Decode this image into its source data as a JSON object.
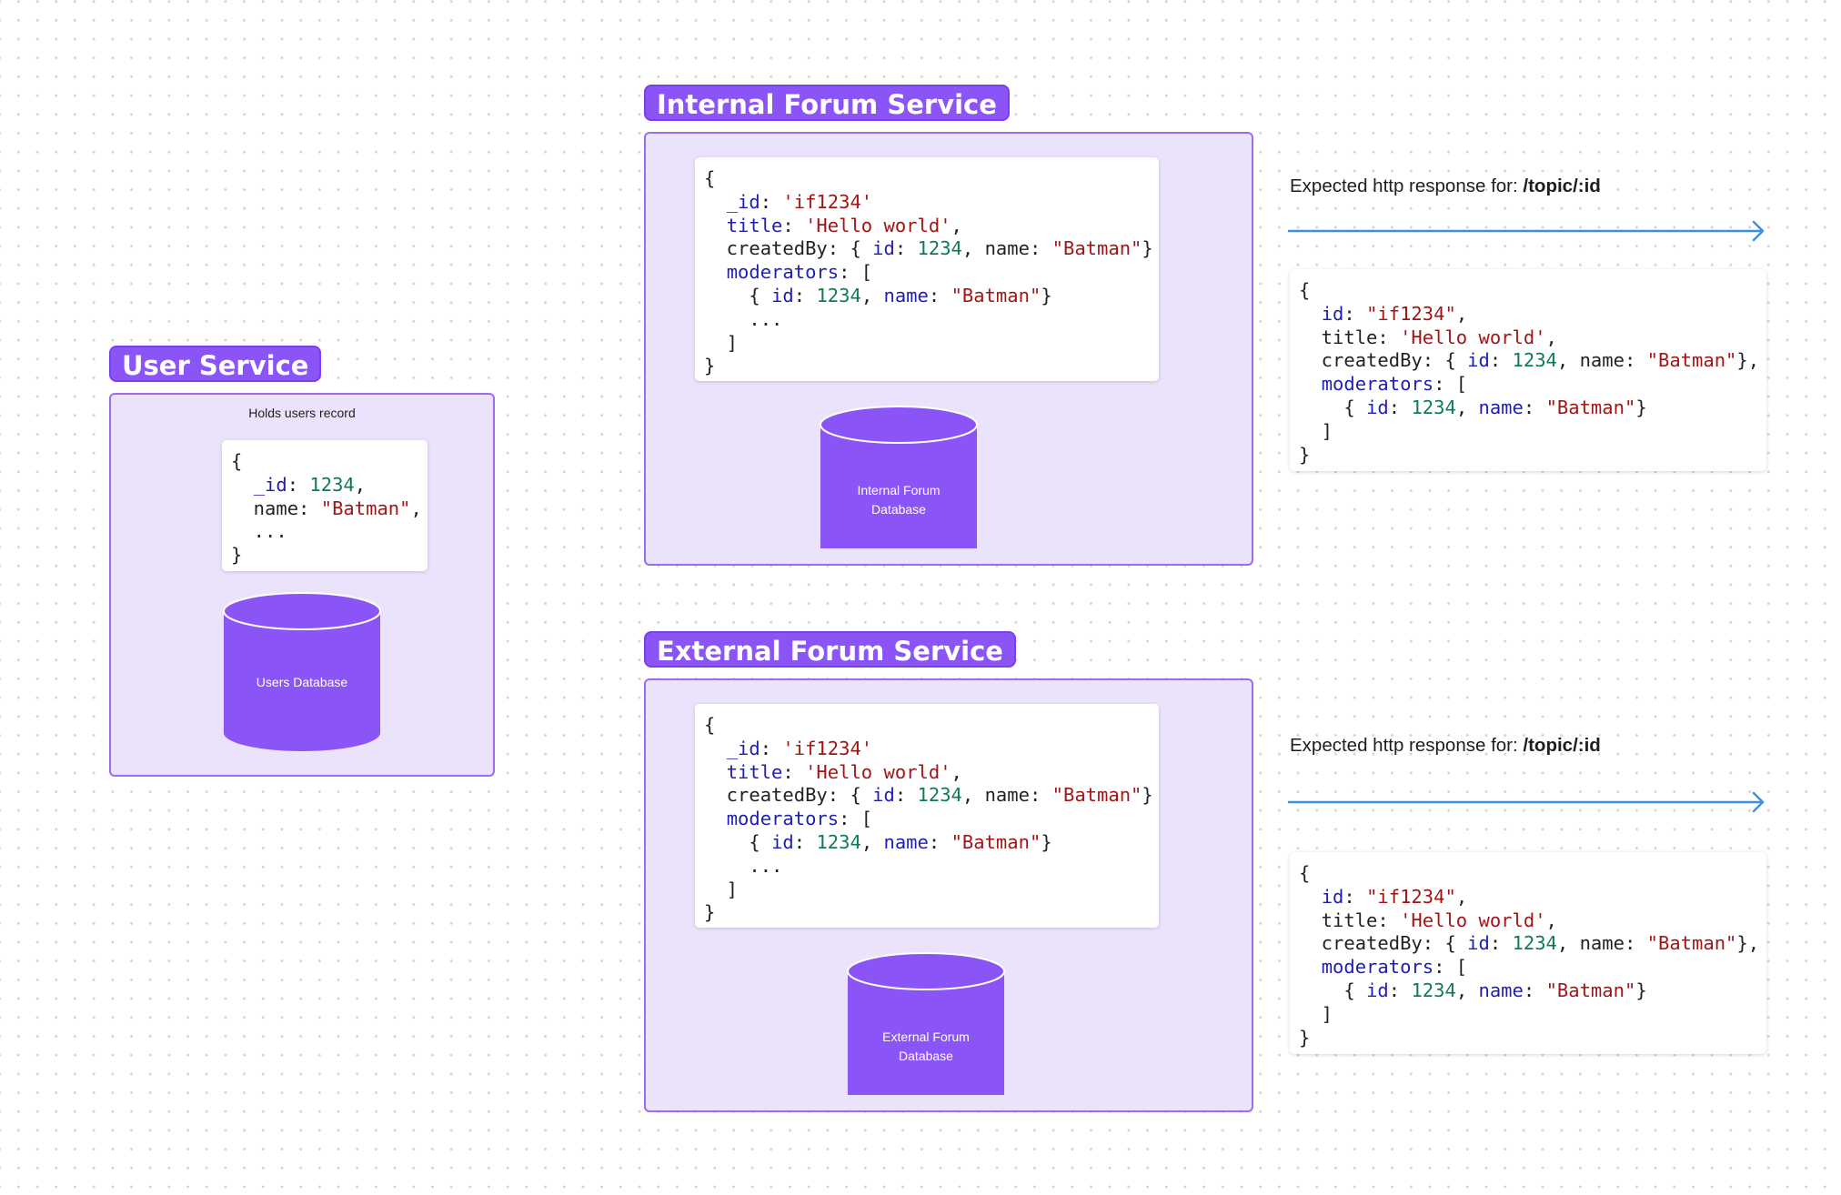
{
  "user_service": {
    "title": "User Service",
    "caption": "Holds users record",
    "database": [
      "Users Database"
    ]
  },
  "internal_service": {
    "title": "Internal Forum Service",
    "database": [
      "Internal Forum",
      "Database"
    ]
  },
  "external_service": {
    "title": "External Forum Service",
    "database": [
      "External Forum",
      "Database"
    ]
  },
  "responses": [
    {
      "label_prefix": "Expected  http response for: ",
      "label_path": "/topic/:id"
    },
    {
      "label_prefix": "Expected  http response for: ",
      "label_path": "/topic/:id"
    }
  ],
  "colors": {
    "accent": "#8b54f7",
    "panel": "#ebe3fb",
    "arrow": "#3d8fe6",
    "code_key": "#1e1eb4",
    "code_string": "#a31515",
    "code_number": "#0f7a56"
  },
  "snippets": {
    "user_record": [
      [
        [
          "{",
          "p"
        ]
      ],
      [
        [
          "  ",
          "p"
        ],
        [
          "_id",
          "k"
        ],
        [
          ": ",
          "p"
        ],
        [
          "1234",
          "n"
        ],
        [
          ",",
          "p"
        ]
      ],
      [
        [
          "  name: ",
          "p"
        ],
        [
          "\"Batman\"",
          "s"
        ],
        [
          ",",
          "p"
        ]
      ],
      [
        [
          "  ...",
          "p"
        ]
      ],
      [
        [
          "}",
          "p"
        ]
      ]
    ],
    "internal_record": [
      [
        [
          "{",
          "p"
        ]
      ],
      [
        [
          "  ",
          "p"
        ],
        [
          "_id",
          "k"
        ],
        [
          ": ",
          "p"
        ],
        [
          "'if1234'",
          "s"
        ]
      ],
      [
        [
          "  ",
          "p"
        ],
        [
          "title",
          "k"
        ],
        [
          ": ",
          "p"
        ],
        [
          "'Hello world'",
          "s"
        ],
        [
          ",",
          "p"
        ]
      ],
      [
        [
          "  createdBy: { ",
          "p"
        ],
        [
          "id",
          "k"
        ],
        [
          ": ",
          "p"
        ],
        [
          "1234",
          "n"
        ],
        [
          ", name: ",
          "p"
        ],
        [
          "\"Batman\"",
          "s"
        ],
        [
          "}",
          "p"
        ]
      ],
      [
        [
          "  ",
          "p"
        ],
        [
          "moderators",
          "k"
        ],
        [
          ": [",
          "p"
        ]
      ],
      [
        [
          "    { ",
          "p"
        ],
        [
          "id",
          "k"
        ],
        [
          ": ",
          "p"
        ],
        [
          "1234",
          "n"
        ],
        [
          ", ",
          "p"
        ],
        [
          "name",
          "k"
        ],
        [
          ": ",
          "p"
        ],
        [
          "\"Batman\"",
          "s"
        ],
        [
          "}",
          "p"
        ]
      ],
      [
        [
          "    ...",
          "p"
        ]
      ],
      [
        [
          "  ]",
          "p"
        ]
      ],
      [
        [
          "}",
          "p"
        ]
      ]
    ],
    "external_record": [
      [
        [
          "{",
          "p"
        ]
      ],
      [
        [
          "  ",
          "p"
        ],
        [
          "_id",
          "k"
        ],
        [
          ": ",
          "p"
        ],
        [
          "'if1234'",
          "s"
        ]
      ],
      [
        [
          "  ",
          "p"
        ],
        [
          "title",
          "k"
        ],
        [
          ": ",
          "p"
        ],
        [
          "'Hello world'",
          "s"
        ],
        [
          ",",
          "p"
        ]
      ],
      [
        [
          "  createdBy: { ",
          "p"
        ],
        [
          "id",
          "k"
        ],
        [
          ": ",
          "p"
        ],
        [
          "1234",
          "n"
        ],
        [
          ", name: ",
          "p"
        ],
        [
          "\"Batman\"",
          "s"
        ],
        [
          "}",
          "p"
        ]
      ],
      [
        [
          "  ",
          "p"
        ],
        [
          "moderators",
          "k"
        ],
        [
          ": [",
          "p"
        ]
      ],
      [
        [
          "    { ",
          "p"
        ],
        [
          "id",
          "k"
        ],
        [
          ": ",
          "p"
        ],
        [
          "1234",
          "n"
        ],
        [
          ", ",
          "p"
        ],
        [
          "name",
          "k"
        ],
        [
          ": ",
          "p"
        ],
        [
          "\"Batman\"",
          "s"
        ],
        [
          "}",
          "p"
        ]
      ],
      [
        [
          "    ...",
          "p"
        ]
      ],
      [
        [
          "  ]",
          "p"
        ]
      ],
      [
        [
          "}",
          "p"
        ]
      ]
    ],
    "response_1": [
      [
        [
          "{",
          "p"
        ]
      ],
      [
        [
          "  ",
          "p"
        ],
        [
          "id",
          "k"
        ],
        [
          ": ",
          "p"
        ],
        [
          "\"if1234\"",
          "s"
        ],
        [
          ",",
          "p"
        ]
      ],
      [
        [
          "  title: ",
          "p"
        ],
        [
          "'Hello world'",
          "s"
        ],
        [
          ",",
          "p"
        ]
      ],
      [
        [
          "  createdBy: { ",
          "p"
        ],
        [
          "id",
          "k"
        ],
        [
          ": ",
          "p"
        ],
        [
          "1234",
          "n"
        ],
        [
          ", name: ",
          "p"
        ],
        [
          "\"Batman\"",
          "s"
        ],
        [
          "},",
          "p"
        ]
      ],
      [
        [
          "  ",
          "p"
        ],
        [
          "moderators",
          "k"
        ],
        [
          ": [",
          "p"
        ]
      ],
      [
        [
          "    { ",
          "p"
        ],
        [
          "id",
          "k"
        ],
        [
          ": ",
          "p"
        ],
        [
          "1234",
          "n"
        ],
        [
          ", ",
          "p"
        ],
        [
          "name",
          "k"
        ],
        [
          ": ",
          "p"
        ],
        [
          "\"Batman\"",
          "s"
        ],
        [
          "}",
          "p"
        ]
      ],
      [
        [
          "  ]",
          "p"
        ]
      ],
      [
        [
          "}",
          "p"
        ]
      ]
    ],
    "response_2": [
      [
        [
          "{",
          "p"
        ]
      ],
      [
        [
          "  ",
          "p"
        ],
        [
          "id",
          "k"
        ],
        [
          ": ",
          "p"
        ],
        [
          "\"if1234\"",
          "s"
        ],
        [
          ",",
          "p"
        ]
      ],
      [
        [
          "  title: ",
          "p"
        ],
        [
          "'Hello world'",
          "s"
        ],
        [
          ",",
          "p"
        ]
      ],
      [
        [
          "  createdBy: { ",
          "p"
        ],
        [
          "id",
          "k"
        ],
        [
          ": ",
          "p"
        ],
        [
          "1234",
          "n"
        ],
        [
          ", name: ",
          "p"
        ],
        [
          "\"Batman\"",
          "s"
        ],
        [
          "},",
          "p"
        ]
      ],
      [
        [
          "  ",
          "p"
        ],
        [
          "moderators",
          "k"
        ],
        [
          ": [",
          "p"
        ]
      ],
      [
        [
          "    { ",
          "p"
        ],
        [
          "id",
          "k"
        ],
        [
          ": ",
          "p"
        ],
        [
          "1234",
          "n"
        ],
        [
          ", ",
          "p"
        ],
        [
          "name",
          "k"
        ],
        [
          ": ",
          "p"
        ],
        [
          "\"Batman\"",
          "s"
        ],
        [
          "}",
          "p"
        ]
      ],
      [
        [
          "  ]",
          "p"
        ]
      ],
      [
        [
          "}",
          "p"
        ]
      ]
    ]
  }
}
